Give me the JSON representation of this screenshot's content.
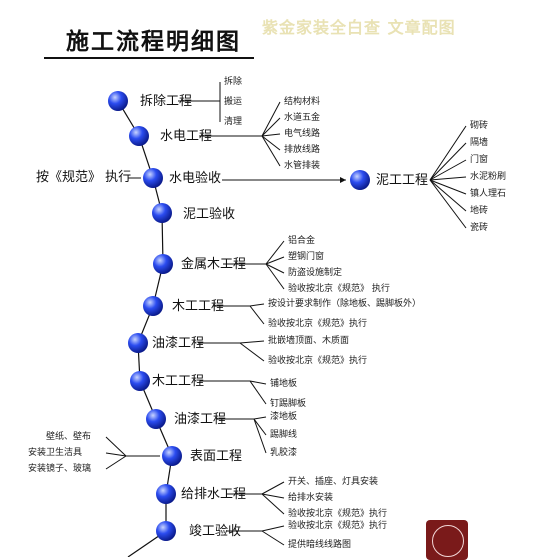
{
  "title": "施工流程明细图",
  "watermark": "紫金家装全白查 文章配图",
  "nodes": [
    {
      "label": "拆除工程"
    },
    {
      "label": "水电工程"
    },
    {
      "label": "水电验收"
    },
    {
      "label": "泥工验收"
    },
    {
      "label": "金属木工程"
    },
    {
      "label": "木工工程"
    },
    {
      "label": "油漆工程"
    },
    {
      "label": "木工工程"
    },
    {
      "label": "油漆工程"
    },
    {
      "label": "表面工程"
    },
    {
      "label": "给排水工程"
    },
    {
      "label": "竣工验收"
    }
  ],
  "branch_node": {
    "label": "泥工工程",
    "subs": [
      "砌砖",
      "隔墙",
      "门窗",
      "水泥粉刷",
      "镇人理石",
      "地砖",
      "瓷砖"
    ]
  },
  "subs": [
    [
      "拆除",
      "搬运",
      "清理"
    ],
    [
      "结构材料",
      "水道五金",
      "电气线路",
      "排放线路",
      "水管排装"
    ],
    [
      "铝合金",
      "塑钢门窗",
      "防盗设施制定",
      "验收按北京《规范》 执行"
    ],
    [
      "按设计要求制作（除地板、踢脚板外）",
      "验收按北京《规范》执行"
    ],
    [
      "批嵌墙顶面、木质面",
      "验收按北京《规范》执行"
    ],
    [
      "铺地板",
      "钉踢脚板"
    ],
    [
      "漆地板",
      "踢脚线",
      "乳胶漆"
    ],
    [
      "开关、插座、灯具安装",
      "给排水安装",
      "验收按北京《规范》执行"
    ],
    [
      "验收按北京《规范》执行",
      "提供暗线线路图"
    ]
  ],
  "left_note": "按《规范》 执行",
  "left_items": [
    "壁纸、壁布",
    "安装卫生洁具",
    "安装镜子、玻璃"
  ],
  "colors": {
    "node_fill": "#1530d8",
    "node_highlight": "#c8d4ff",
    "line": "#111111",
    "seal": "#7a1a1a"
  }
}
